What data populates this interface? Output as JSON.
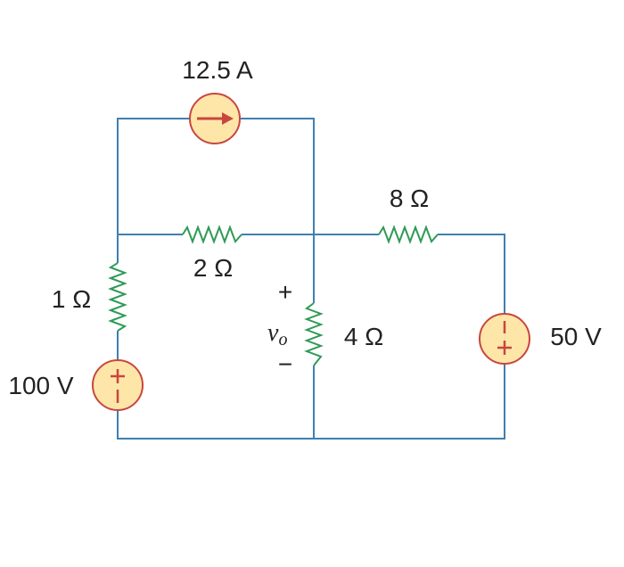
{
  "current_source": {
    "label": "12.5 A"
  },
  "resistors": {
    "r2": {
      "label": "2 Ω"
    },
    "r8": {
      "label": "8 Ω"
    },
    "r1": {
      "label": "1 Ω"
    },
    "r4": {
      "label": "4 Ω"
    }
  },
  "voltage_sources": {
    "left": {
      "label": "100 V"
    },
    "right": {
      "label": "50 V"
    }
  },
  "output_voltage": {
    "symbol": "v",
    "subscript": "o",
    "plus": "+",
    "minus": "−"
  },
  "colors": {
    "wire": "#3f7fb0",
    "resistor": "#2e9a56",
    "source_fill": "#fde6a8",
    "source_stroke": "#c9463e"
  }
}
